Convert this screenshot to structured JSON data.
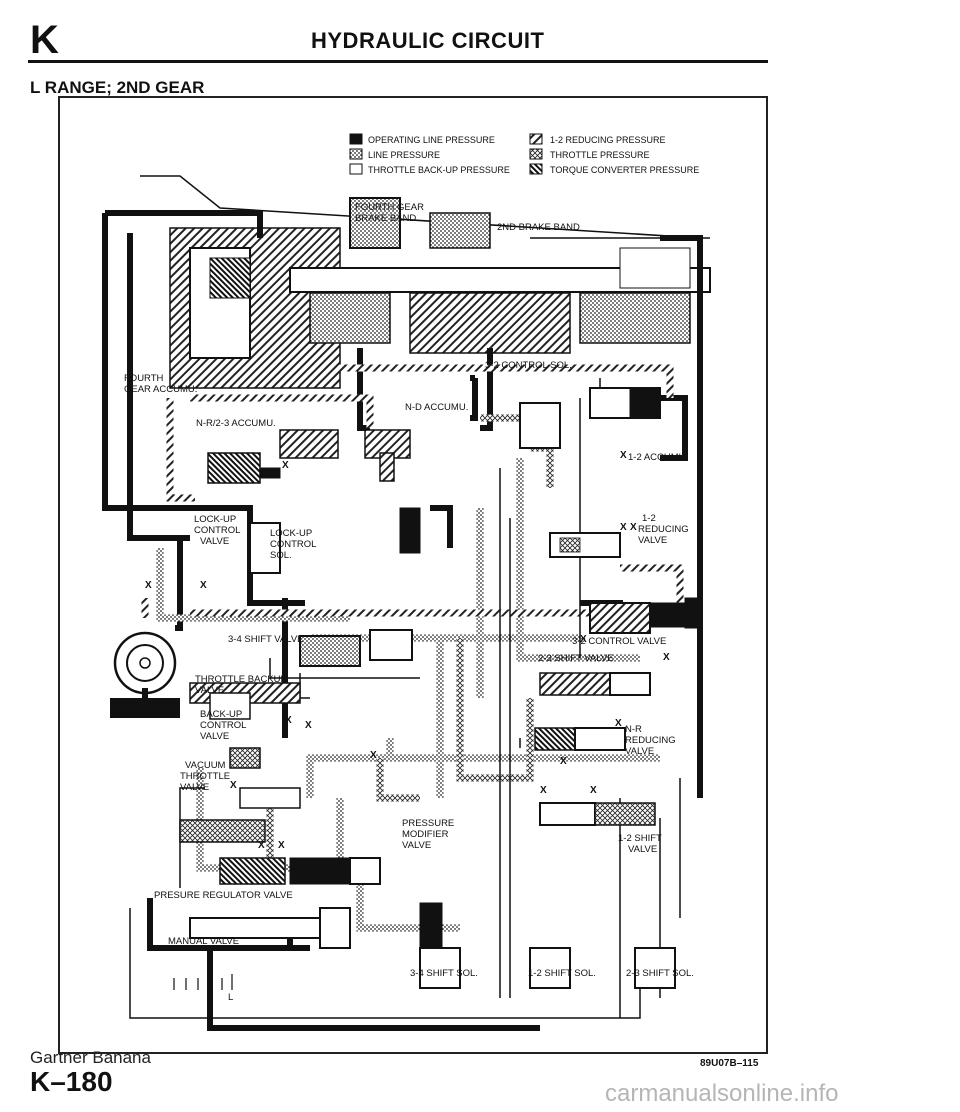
{
  "header": {
    "section_letter": "K",
    "title": "HYDRAULIC CIRCUIT"
  },
  "range_title": "L RANGE; 2ND GEAR",
  "legend": [
    {
      "pattern": "solid",
      "label": "OPERATING LINE PRESSURE"
    },
    {
      "pattern": "dots",
      "label": "LINE PRESSURE"
    },
    {
      "pattern": "blank",
      "label": "THROTTLE BACK-UP PRESSURE"
    },
    {
      "pattern": "hatch",
      "label": "1-2 REDUCING PRESSURE"
    },
    {
      "pattern": "cross",
      "label": "THROTTLE PRESSURE"
    },
    {
      "pattern": "dense-hatch",
      "label": "TORQUE CONVERTER PRESSURE"
    }
  ],
  "labels": {
    "fourth_gear_brake_band_1": "FOURTH GEAR",
    "fourth_gear_brake_band_2": "BRAKE BAND",
    "second_brake_band": "2ND BRAKE BAND",
    "control_sol_32": "3-2 CONTROL SOL.",
    "fourth_gear_accumu_1": "FOURTH",
    "fourth_gear_accumu_2": "GEAR ACCUMU.",
    "nd_accumu": "N-D ACCUMU.",
    "nr23_accumu": "N-R/2-3 ACCUMU.",
    "accumu_12": "1-2 ACCUMU",
    "lockup_control_valve_1": "LOCK-UP",
    "lockup_control_valve_2": "CONTROL",
    "lockup_control_valve_3": "VALVE",
    "lockup_control_sol_1": "LOCK-UP",
    "lockup_control_sol_2": "CONTROL",
    "lockup_control_sol_3": "SOL.",
    "reducing_valve_12_1": "1-2",
    "reducing_valve_12_2": "REDUCING",
    "reducing_valve_12_3": "VALVE",
    "shift_valve_34": "3-4 SHIFT VALVE",
    "control_valve_32": "3-2 CONTROL VALVE",
    "shift_valve_23": "2-3 SHIFT VALVE",
    "throttle_backup_valve_1": "THROTTLE BACKUP",
    "throttle_backup_valve_2": "VALVE",
    "backup_control_valve_1": "BACK-UP",
    "backup_control_valve_2": "CONTROL",
    "backup_control_valve_3": "VALVE",
    "nr_reducing_valve_1": "N-R",
    "nr_reducing_valve_2": "REDUCING",
    "nr_reducing_valve_3": "VALVE",
    "vacuum_throttle_valve_1": "VACUUM",
    "vacuum_throttle_valve_2": "THROTTLE",
    "vacuum_throttle_valve_3": "VALVE",
    "pressure_modifier_valve_1": "PRESSURE",
    "pressure_modifier_valve_2": "MODIFIER",
    "pressure_modifier_valve_3": "VALVE",
    "shift_valve_12_1": "1-2 SHIFT",
    "shift_valve_12_2": "VALVE",
    "pressure_regulator_valve": "PRESURE REGULATOR VALVE",
    "manual_valve": "MANUAL VALVE",
    "manual_valve_position": "L",
    "shift_sol_34": "3-4 SHIFT SOL.",
    "shift_sol_12": "1-2 SHIFT SOL.",
    "shift_sol_23": "2-3 SHIFT SOL.",
    "drain_mark": "X"
  },
  "footer": {
    "watermark": "Gartner Banana",
    "page_number": "K–180",
    "figure_code": "89U07B–115",
    "site": "carmanualsonline.info"
  }
}
